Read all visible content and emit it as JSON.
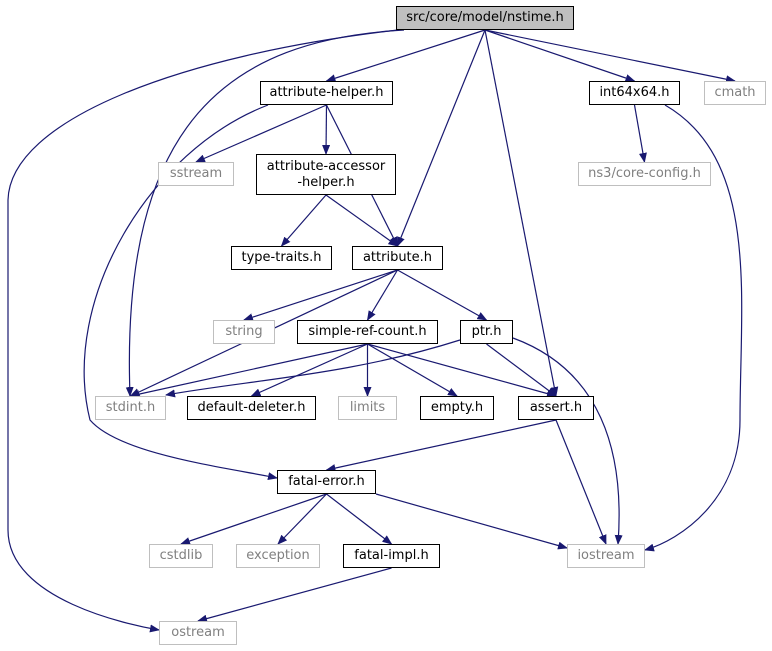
{
  "colors": {
    "edge": "#191970",
    "root_fill": "#bfbfbf",
    "external_border": "#bfbfbf",
    "external_text": "#808080",
    "node_border": "#000000"
  },
  "nodes": {
    "root": "src/core/model/nstime.h",
    "attribute_helper": "attribute-helper.h",
    "int64x64": "int64x64.h",
    "cmath": "cmath",
    "sstream": "sstream",
    "attribute_accessor_helper": "attribute-accessor\n-helper.h",
    "ns3_core_config": "ns3/core-config.h",
    "type_traits": "type-traits.h",
    "attribute": "attribute.h",
    "string": "string",
    "simple_ref_count": "simple-ref-count.h",
    "ptr": "ptr.h",
    "stdint": "stdint.h",
    "default_deleter": "default-deleter.h",
    "limits": "limits",
    "empty": "empty.h",
    "assert": "assert.h",
    "fatal_error": "fatal-error.h",
    "cstdlib": "cstdlib",
    "exception": "exception",
    "fatal_impl": "fatal-impl.h",
    "iostream": "iostream",
    "ostream": "ostream"
  },
  "edges": [
    [
      "root",
      "attribute_helper"
    ],
    [
      "root",
      "int64x64"
    ],
    [
      "root",
      "cmath"
    ],
    [
      "root",
      "attribute"
    ],
    [
      "root",
      "stdint"
    ],
    [
      "root",
      "ostream"
    ],
    [
      "root",
      "assert"
    ],
    [
      "attribute_helper",
      "sstream"
    ],
    [
      "attribute_helper",
      "attribute_accessor_helper"
    ],
    [
      "attribute_helper",
      "attribute"
    ],
    [
      "attribute_helper",
      "fatal_error"
    ],
    [
      "int64x64",
      "ns3_core_config"
    ],
    [
      "int64x64",
      "iostream"
    ],
    [
      "attribute_accessor_helper",
      "type_traits"
    ],
    [
      "attribute_accessor_helper",
      "attribute"
    ],
    [
      "attribute",
      "string"
    ],
    [
      "attribute",
      "simple_ref_count"
    ],
    [
      "attribute",
      "ptr"
    ],
    [
      "attribute",
      "stdint"
    ],
    [
      "simple_ref_count",
      "stdint"
    ],
    [
      "simple_ref_count",
      "default_deleter"
    ],
    [
      "simple_ref_count",
      "limits"
    ],
    [
      "simple_ref_count",
      "empty"
    ],
    [
      "simple_ref_count",
      "assert"
    ],
    [
      "ptr",
      "stdint"
    ],
    [
      "ptr",
      "assert"
    ],
    [
      "ptr",
      "iostream"
    ],
    [
      "assert",
      "fatal_error"
    ],
    [
      "assert",
      "iostream"
    ],
    [
      "fatal_error",
      "cstdlib"
    ],
    [
      "fatal_error",
      "exception"
    ],
    [
      "fatal_error",
      "fatal_impl"
    ],
    [
      "fatal_error",
      "iostream"
    ],
    [
      "fatal_impl",
      "ostream"
    ]
  ]
}
